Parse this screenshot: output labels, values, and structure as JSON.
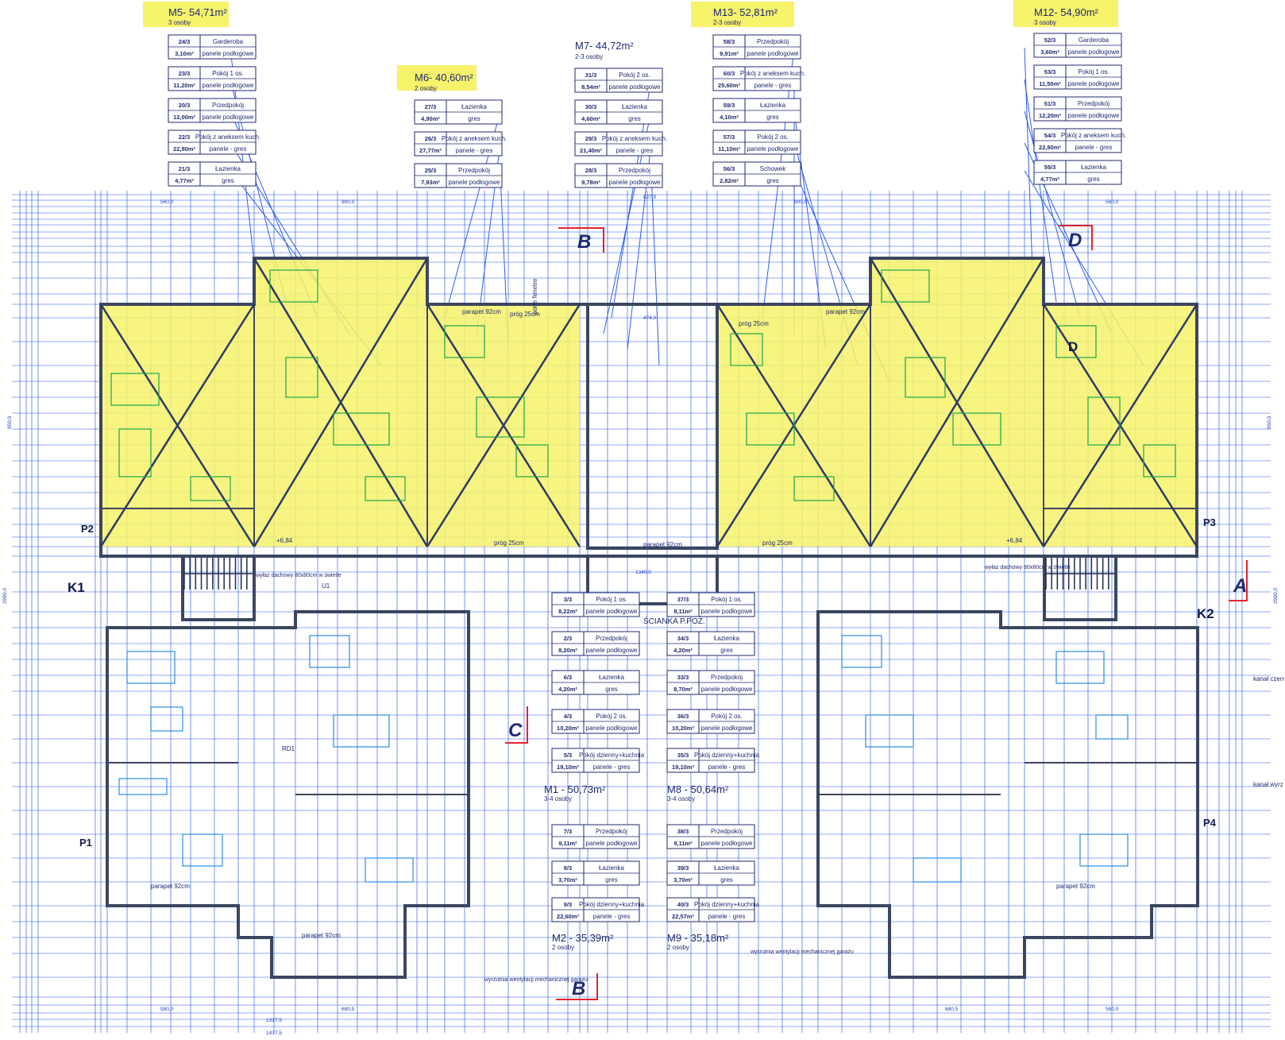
{
  "colors": {
    "wall": "#3b4660",
    "grid_blue": "#2f5ee8",
    "furniture_green": "#19a64a",
    "highlight_yellow": "#f6f26a",
    "marker_red": "#e0262b",
    "ink": "#1f2a6e"
  },
  "units": {
    "m5": {
      "title": "M5- 54,71m²",
      "occupancy": "3 osoby",
      "highlighted": true
    },
    "m6": {
      "title": "M6- 40,60m²",
      "occupancy": "2 osoby",
      "highlighted": true
    },
    "m7": {
      "title": "M7- 44,72m²",
      "occupancy": "2-3 osoby",
      "highlighted": false
    },
    "m13": {
      "title": "M13- 52,81m²",
      "occupancy": "2-3 osoby",
      "highlighted": true
    },
    "m12": {
      "title": "M12- 54,90m²",
      "occupancy": "3 osoby",
      "highlighted": true
    },
    "m1": {
      "title": "M1 - 50,73m²",
      "occupancy": "3-4 osoby"
    },
    "m8": {
      "title": "M8 - 50,64m²",
      "occupancy": "3-4 osoby"
    },
    "m2": {
      "title": "M2 - 35,39m²",
      "occupancy": "2 osoby"
    },
    "m9": {
      "title": "M9 - 35,18m²",
      "occupancy": "2 osoby"
    }
  },
  "room_tables": {
    "m5": [
      {
        "code": "24/3",
        "area": "3,10m²",
        "name": "Garderoba",
        "finish": "panele podłogowe"
      },
      {
        "code": "23/3",
        "area": "11,20m²",
        "name": "Pokój 1 os.",
        "finish": "panele podłogowe"
      },
      {
        "code": "20/3",
        "area": "12,00m²",
        "name": "Przedpokój",
        "finish": "panele podłogowe"
      },
      {
        "code": "22/3",
        "area": "22,80m²",
        "name": "Pokój z aneksem kuch.",
        "finish": "panele - gres"
      },
      {
        "code": "21/3",
        "area": "4,77m²",
        "name": "Łazienka",
        "finish": "gres"
      }
    ],
    "m6": [
      {
        "code": "27/3",
        "area": "4,90m²",
        "name": "Łazienka",
        "finish": "gres"
      },
      {
        "code": "26/3",
        "area": "27,77m²",
        "name": "Pokój z aneksem kuch.",
        "finish": "panele - gres"
      },
      {
        "code": "25/3",
        "area": "7,93m²",
        "name": "Przedpokój",
        "finish": "panele podłogowe"
      }
    ],
    "m7": [
      {
        "code": "31/3",
        "area": "8,54m²",
        "name": "Pokój 2 os.",
        "finish": "panele podłogowe"
      },
      {
        "code": "30/3",
        "area": "4,60m²",
        "name": "Łazienka",
        "finish": "gres"
      },
      {
        "code": "29/3",
        "area": "21,40m²",
        "name": "Pokój z aneksem kuch.",
        "finish": "panele - gres"
      },
      {
        "code": "28/3",
        "area": "9,78m²",
        "name": "Przedpokój",
        "finish": "panele podłogowe"
      }
    ],
    "m13": [
      {
        "code": "58/3",
        "area": "9,91m²",
        "name": "Przedpokój",
        "finish": "panele podłogowe"
      },
      {
        "code": "60/3",
        "area": "25,60m²",
        "name": "Pokój z aneksem kuch.",
        "finish": "panele - gres"
      },
      {
        "code": "59/3",
        "area": "4,10m²",
        "name": "Łazienka",
        "finish": "gres"
      },
      {
        "code": "57/3",
        "area": "11,10m²",
        "name": "Pokój 2 os.",
        "finish": "panele podłogowe"
      },
      {
        "code": "56/3",
        "area": "2,82m²",
        "name": "Schowek",
        "finish": "gres"
      }
    ],
    "m12": [
      {
        "code": "52/3",
        "area": "3,60m²",
        "name": "Garderoba",
        "finish": "panele podłogowe"
      },
      {
        "code": "53/3",
        "area": "11,50m²",
        "name": "Pokój 1 os.",
        "finish": "panele podłogowe"
      },
      {
        "code": "51/3",
        "area": "12,20m²",
        "name": "Przedpokój",
        "finish": "panele podłogowe"
      },
      {
        "code": "54/3",
        "area": "22,80m²",
        "name": "Pokój z aneksem kuch.",
        "finish": "panele - gres"
      },
      {
        "code": "55/3",
        "area": "4,77m²",
        "name": "Łazienka",
        "finish": "gres"
      }
    ],
    "m1": [
      {
        "code": "3/3",
        "area": "8,22m²",
        "name": "Pokój 1 os.",
        "finish": "panele podłogowe"
      },
      {
        "code": "2/3",
        "area": "8,20m²",
        "name": "Przedpokój",
        "finish": "panele podłogowe"
      },
      {
        "code": "6/3",
        "area": "4,20m²",
        "name": "Łazienka",
        "finish": "gres"
      },
      {
        "code": "4/3",
        "area": "10,20m²",
        "name": "Pokój 2 os.",
        "finish": "panele podłogowe"
      },
      {
        "code": "5/3",
        "area": "19,10m²",
        "name": "Pokój dzienny+kuchnia",
        "finish": "panele - gres"
      }
    ],
    "m8": [
      {
        "code": "37/3",
        "area": "8,11m²",
        "name": "Pokój 1 os.",
        "finish": "panele podłogowe"
      },
      {
        "code": "34/3",
        "area": "4,20m²",
        "name": "Łazienka",
        "finish": "gres"
      },
      {
        "code": "33/3",
        "area": "8,70m²",
        "name": "Przedpokój",
        "finish": "panele podłogowe"
      },
      {
        "code": "36/3",
        "area": "10,20m²",
        "name": "Pokój 2 os.",
        "finish": "panele podłogowe"
      },
      {
        "code": "35/3",
        "area": "19,10m²",
        "name": "Pokój dzienny+kuchnia",
        "finish": "panele - gres"
      }
    ],
    "m2": [
      {
        "code": "7/3",
        "area": "9,11m²",
        "name": "Przedpokój",
        "finish": "panele podłogowe"
      },
      {
        "code": "8/3",
        "area": "3,70m²",
        "name": "Łazienka",
        "finish": "gres"
      },
      {
        "code": "9/3",
        "area": "22,60m²",
        "name": "Pokój dzienny+kuchnia",
        "finish": "panele - gres"
      }
    ],
    "m9": [
      {
        "code": "38/3",
        "area": "9,11m²",
        "name": "Przedpokój",
        "finish": "panele podłogowe"
      },
      {
        "code": "39/3",
        "area": "3,70m²",
        "name": "Łazienka",
        "finish": "gres"
      },
      {
        "code": "40/3",
        "area": "22,57m²",
        "name": "Pokój dzienny+kuchnia",
        "finish": "panele - gres"
      }
    ]
  },
  "markers": {
    "B_top": "B",
    "D_top": "D",
    "C": "C",
    "A": "A",
    "B_bottom": "B",
    "D_inner": "D",
    "K1": "K1",
    "K2": "K2",
    "P1": "P1",
    "P2": "P2",
    "P3": "P3",
    "P4": "P4",
    "U1": "U1",
    "RD1": "RD1"
  },
  "notes": {
    "wall_label": "ŚCIANKA P.POŻ.",
    "roof_exit_left": "wyłaz dachowy 80x80cm w świetle",
    "roof_exit_right": "wyłaz dachowy 80x80cm w świetle",
    "vent_left": "wyrzutnia wentylacji mechanicznej garażu",
    "vent_right": "wyrzutnia wentylacji mechanicznej garażu",
    "kanal_1": "kanał czerr",
    "kanal_2": "kanał wyrz",
    "prog_1": "próg 25cm",
    "prog_2": "próg 25cm",
    "prog_3": "próg 25cm",
    "prog_4": "próg 25cm",
    "parapet": "parapet 92cm",
    "level_1": "+6,84",
    "level_2": "+6,84",
    "portfenetre": "porte fenetre"
  },
  "dimensions": {
    "top_1": "560,0",
    "top_2": "900,0",
    "top_3": "627,0",
    "top_4": "900,0",
    "top_5": "560,0",
    "bot_1": "580,0",
    "bot_2": "680,5",
    "bot_3": "1317,5",
    "bot_4": "680,5",
    "bot_5": "580,0",
    "bot_total": "1437,5",
    "mid_1": "1340,0",
    "mid_2": "474,0",
    "left_1": "950,0",
    "left_2": "2990,0",
    "right_1": "950,0",
    "right_2": "2990,0"
  }
}
